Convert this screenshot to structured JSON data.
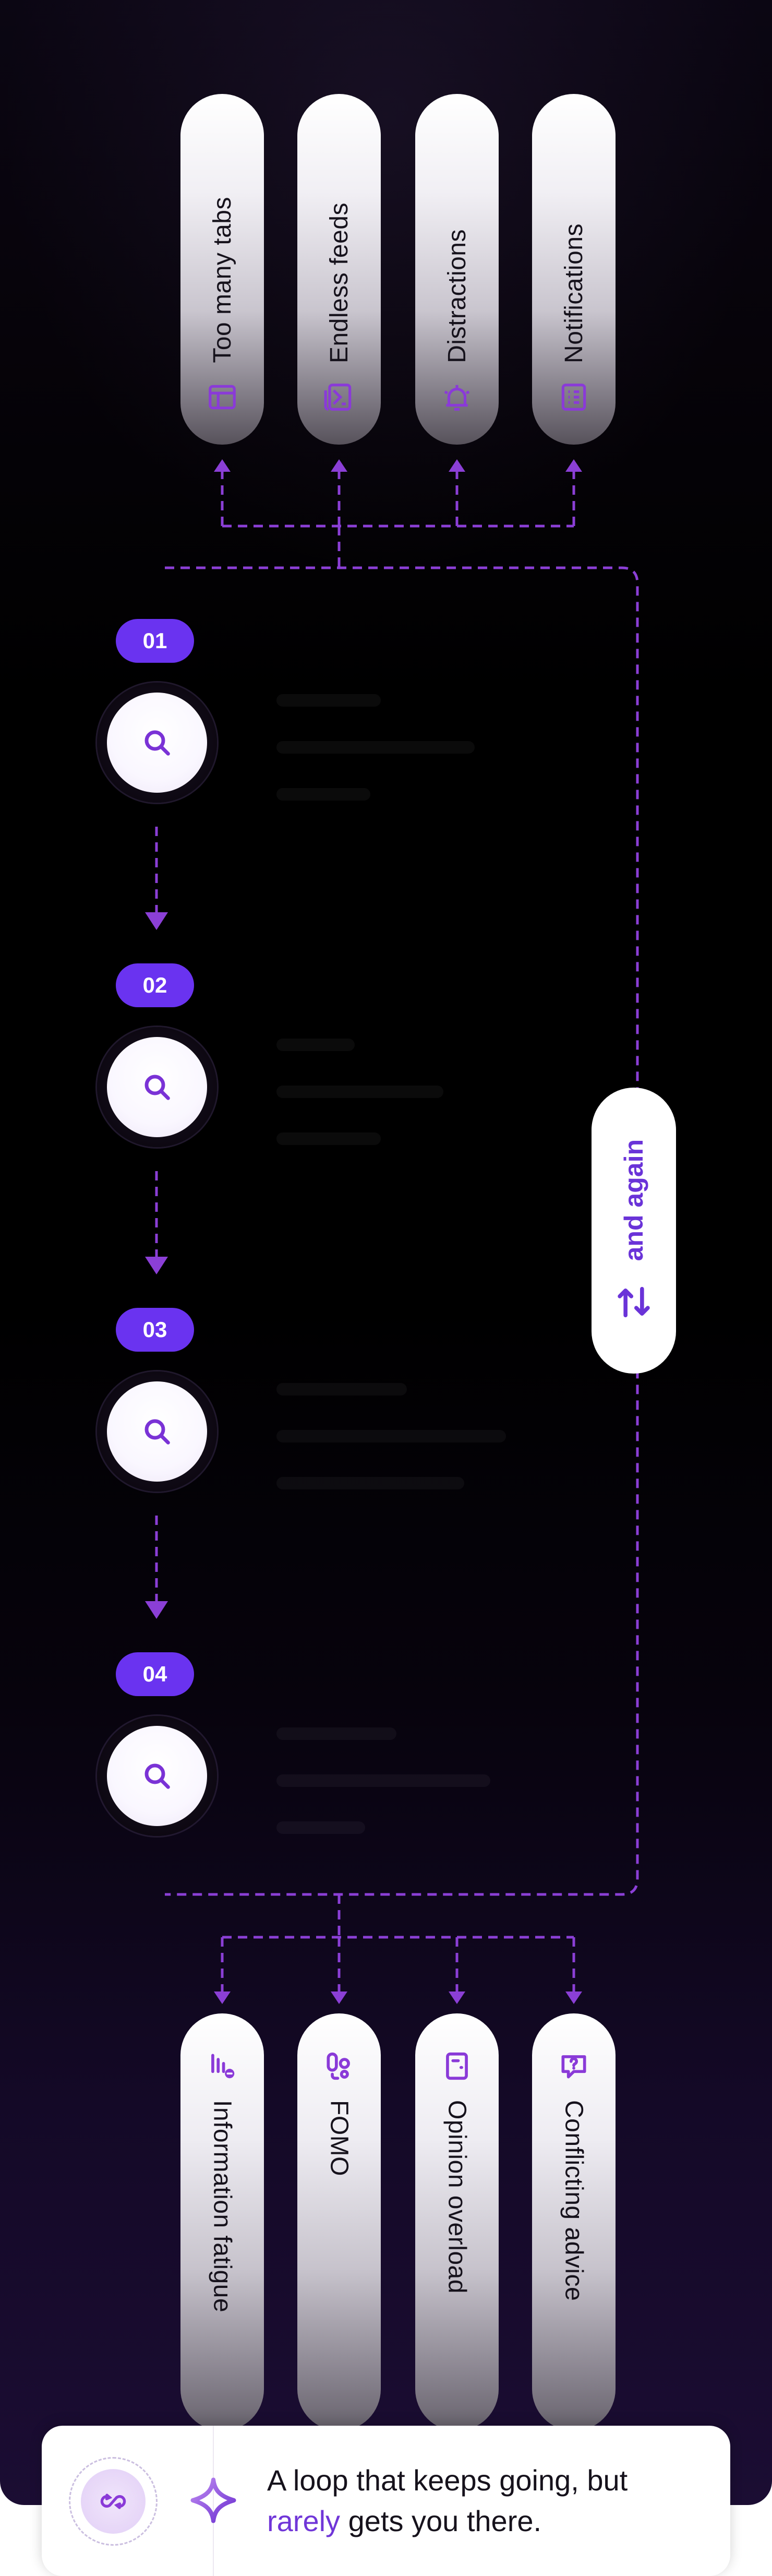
{
  "top_triggers": [
    {
      "label": "Too many tabs",
      "icon": "browser-tabs-icon"
    },
    {
      "label": "Endless feeds",
      "icon": "feed-icon"
    },
    {
      "label": "Distractions",
      "icon": "alarm-bell-icon"
    },
    {
      "label": "Notifications",
      "icon": "notification-list-icon"
    }
  ],
  "steps": [
    {
      "number": "01",
      "icon": "search-icon"
    },
    {
      "number": "02",
      "icon": "search-icon"
    },
    {
      "number": "03",
      "icon": "search-icon"
    },
    {
      "number": "04",
      "icon": "search-icon"
    }
  ],
  "loop_label": "and again",
  "loop_icon": "repeat-arrows-icon",
  "bottom_outcomes": [
    {
      "label": "Information fatigue",
      "icon": "fatigue-bars-icon"
    },
    {
      "label": "FOMO",
      "icon": "fomo-icon"
    },
    {
      "label": "Opinion overload",
      "icon": "door-icon"
    },
    {
      "label": "Conflicting advice",
      "icon": "question-bubble-icon"
    }
  ],
  "footer": {
    "text_before": "A loop that keeps going, but",
    "text_highlight": "rarely",
    "text_after": " gets you there.",
    "loop_icon": "infinity-loop-icon",
    "spark_icon": "sparkle-icon"
  },
  "colors": {
    "accent": "#6a33f0",
    "accent_text": "#7036d8",
    "connector": "#8b3fd6",
    "background": "#000000"
  }
}
